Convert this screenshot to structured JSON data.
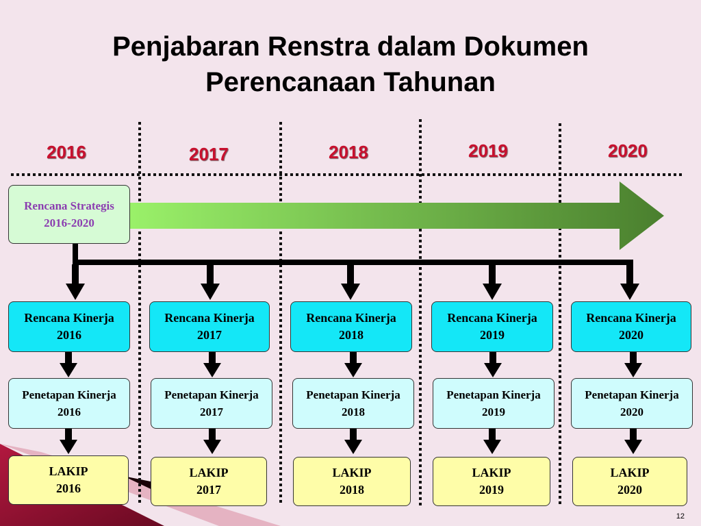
{
  "title_line1": "Penjabaran Renstra dalam Dokumen",
  "title_line2": "Perencanaan Tahunan",
  "years": [
    "2016",
    "2017",
    "2018",
    "2019",
    "2020"
  ],
  "renstra": {
    "line1": "Rencana Strategis",
    "line2": "2016-2020"
  },
  "rencana_kinerja": [
    {
      "label": "Rencana Kinerja",
      "year": "2016"
    },
    {
      "label": "Rencana Kinerja",
      "year": "2017"
    },
    {
      "label": "Rencana Kinerja",
      "year": "2018"
    },
    {
      "label": "Rencana Kinerja",
      "year": "2019"
    },
    {
      "label": "Rencana Kinerja",
      "year": "2020"
    }
  ],
  "penetapan_kinerja": [
    {
      "label": "Penetapan Kinerja",
      "year": "2016"
    },
    {
      "label": "Penetapan Kinerja",
      "year": "2017"
    },
    {
      "label": "Penetapan Kinerja",
      "year": "2018"
    },
    {
      "label": "Penetapan Kinerja",
      "year": "2019"
    },
    {
      "label": "Penetapan Kinerja",
      "year": "2020"
    }
  ],
  "lakip": [
    {
      "label": "LAKIP",
      "year": "2016"
    },
    {
      "label": "LAKIP",
      "year": "2017"
    },
    {
      "label": "LAKIP",
      "year": "2018"
    },
    {
      "label": "LAKIP",
      "year": "2019"
    },
    {
      "label": "LAKIP",
      "year": "2020"
    }
  ],
  "page_number": "12",
  "colors": {
    "background": "#f3e4ec",
    "year_text": "#c8102e",
    "rencana_kinerja_fill": "#14e7f7",
    "penetapan_kinerja_fill": "#cffcfd",
    "lakip_fill": "#fefda8",
    "renstra_fill": "#d6fbd5",
    "renstra_text": "#8b3db0",
    "arrow_start": "#9bf26a",
    "arrow_end": "#4a7f2e",
    "decoration": "#8b0f2e"
  }
}
